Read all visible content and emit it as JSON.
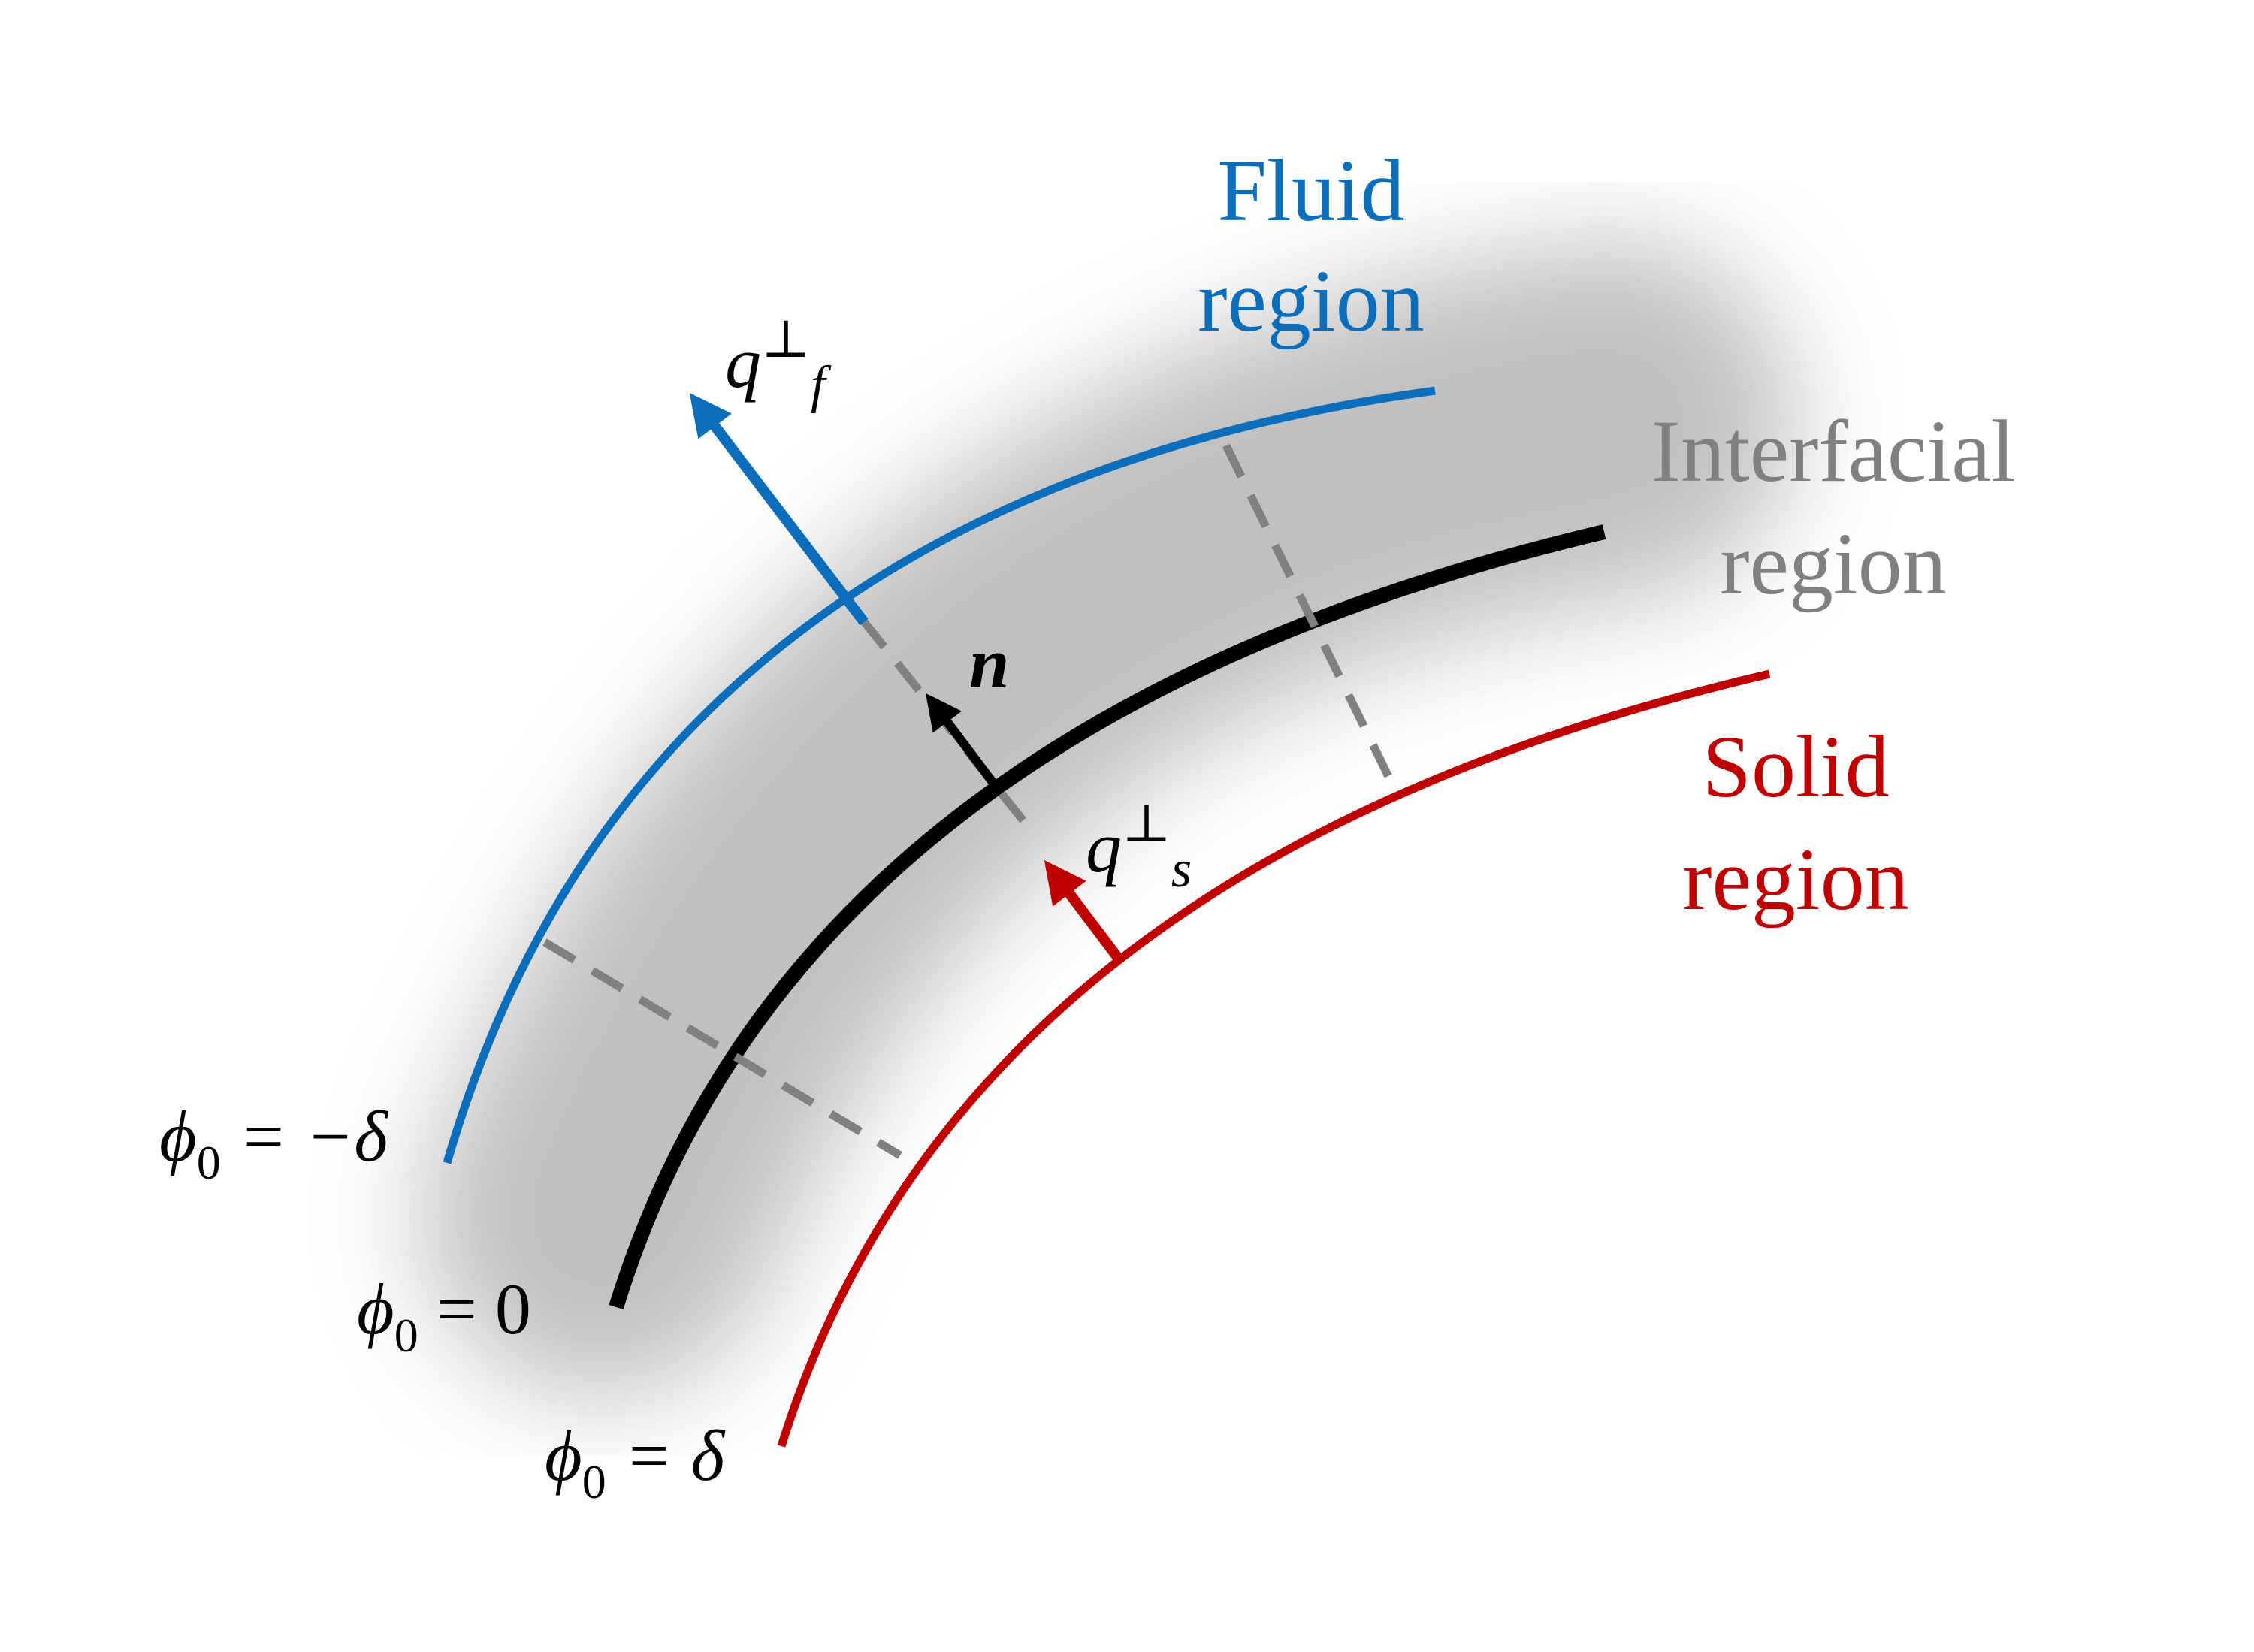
{
  "colors": {
    "fluid": "#0a6ebd",
    "solid": "#c00000",
    "interface": "#000000",
    "interfacial_text": "#808080",
    "dashed": "#808080",
    "band_shadow": "#bdbdbd"
  },
  "regions": {
    "fluid": {
      "line1": "Fluid",
      "line2": "region"
    },
    "interfacial": {
      "line1": "Interfacial",
      "line2": "region"
    },
    "solid": {
      "line1": "Solid",
      "line2": "region"
    }
  },
  "vectors": {
    "q_f": {
      "symbol": "q",
      "superscript": "⊥",
      "subscript": "f"
    },
    "q_s": {
      "symbol": "q",
      "superscript": "⊥",
      "subscript": "s"
    },
    "normal": {
      "symbol": "n"
    }
  },
  "level_sets": {
    "minus_delta": {
      "phi": "ϕ",
      "sub": "0",
      "rhs": " = −δ"
    },
    "zero": {
      "phi": "ϕ",
      "sub": "0",
      "rhs": " = 0"
    },
    "plus_delta": {
      "phi": "ϕ",
      "sub": "0",
      "rhs": " = δ"
    }
  }
}
